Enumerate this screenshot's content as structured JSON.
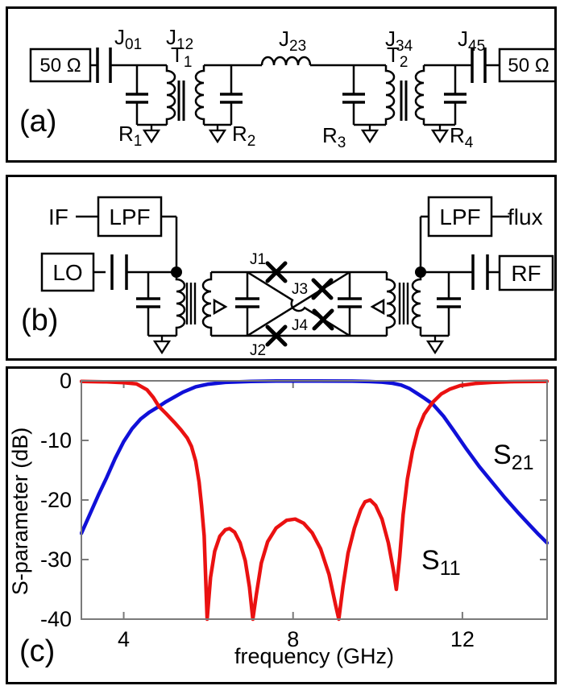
{
  "figure": {
    "panel_a_letter": "(a)",
    "panel_b_letter": "(b)",
    "panel_c_letter": "(c)"
  },
  "panel_a": {
    "port_left": "50 Ω",
    "port_right": "50 Ω",
    "j01": {
      "m": "J",
      "s": "01"
    },
    "j12": {
      "m": "J",
      "s": "12"
    },
    "j23": {
      "m": "J",
      "s": "23"
    },
    "j34": {
      "m": "J",
      "s": "34"
    },
    "j45": {
      "m": "J",
      "s": "45"
    },
    "t1": {
      "m": "T",
      "s": "1"
    },
    "t2": {
      "m": "T",
      "s": "2"
    },
    "r1": {
      "m": "R",
      "s": "1"
    },
    "r2": {
      "m": "R",
      "s": "2"
    },
    "r3": {
      "m": "R",
      "s": "3"
    },
    "r4": {
      "m": "R",
      "s": "4"
    }
  },
  "panel_b": {
    "if_label": "IF",
    "lo_label": "LO",
    "rf_label": "RF",
    "flux_label": "flux",
    "lpf_left": "LPF",
    "lpf_right": "LPF",
    "j1": "J1",
    "j2": "J2",
    "j3": "J3",
    "j4": "J4"
  },
  "chart_data": {
    "type": "line",
    "title": "",
    "xlabel": "frequency (GHz)",
    "ylabel": "S-parameter (dB)",
    "xlim": [
      3,
      14
    ],
    "ylim": [
      -40,
      0
    ],
    "xticks": [
      4,
      8,
      12
    ],
    "yticks": [
      0,
      -10,
      -20,
      -30,
      -40
    ],
    "yticks_right": [
      -10,
      -20,
      -30
    ],
    "frame_color": "#7a7a7a",
    "grid": "off",
    "series": [
      {
        "name": "S21",
        "label": {
          "m": "S",
          "s": "21"
        },
        "color": "#1010d8",
        "points": [
          [
            3.0,
            -25.6
          ],
          [
            3.2,
            -22.4
          ],
          [
            3.4,
            -19.2
          ],
          [
            3.6,
            -16.2
          ],
          [
            3.8,
            -13.0
          ],
          [
            4.0,
            -10.2
          ],
          [
            4.2,
            -8.0
          ],
          [
            4.4,
            -6.4
          ],
          [
            4.6,
            -5.3
          ],
          [
            4.83,
            -4.3
          ],
          [
            5.0,
            -3.5
          ],
          [
            5.2,
            -2.7
          ],
          [
            5.4,
            -1.9
          ],
          [
            5.7,
            -1.0
          ],
          [
            6.0,
            -0.55
          ],
          [
            6.4,
            -0.25
          ],
          [
            7.0,
            -0.1
          ],
          [
            7.6,
            -0.04
          ],
          [
            8.6,
            -0.03
          ],
          [
            9.4,
            -0.06
          ],
          [
            9.8,
            -0.12
          ],
          [
            10.1,
            -0.22
          ],
          [
            10.35,
            -0.4
          ],
          [
            10.55,
            -0.7
          ],
          [
            10.75,
            -1.3
          ],
          [
            10.95,
            -2.2
          ],
          [
            11.1,
            -2.9
          ],
          [
            11.3,
            -3.9
          ],
          [
            11.55,
            -5.9
          ],
          [
            11.8,
            -8.4
          ],
          [
            12.1,
            -11.5
          ],
          [
            12.4,
            -14.4
          ],
          [
            12.7,
            -17.0
          ],
          [
            13.0,
            -19.6
          ],
          [
            13.3,
            -22.0
          ],
          [
            13.6,
            -24.3
          ],
          [
            13.8,
            -25.8
          ],
          [
            14.0,
            -27.2
          ]
        ]
      },
      {
        "name": "S11",
        "label": {
          "m": "S",
          "s": "11"
        },
        "color": "#ea1111",
        "points": [
          [
            3.0,
            -0.1
          ],
          [
            3.6,
            -0.18
          ],
          [
            4.0,
            -0.3
          ],
          [
            4.3,
            -0.5
          ],
          [
            4.55,
            -1.5
          ],
          [
            4.7,
            -2.8
          ],
          [
            4.83,
            -4.3
          ],
          [
            5.0,
            -5.5
          ],
          [
            5.2,
            -7.0
          ],
          [
            5.35,
            -8.2
          ],
          [
            5.5,
            -9.6
          ],
          [
            5.6,
            -11.0
          ],
          [
            5.7,
            -13.5
          ],
          [
            5.78,
            -17.0
          ],
          [
            5.84,
            -21.0
          ],
          [
            5.9,
            -26.0
          ],
          [
            5.97,
            -40.0
          ],
          [
            6.05,
            -33.0
          ],
          [
            6.15,
            -28.6
          ],
          [
            6.27,
            -26.1
          ],
          [
            6.4,
            -25.0
          ],
          [
            6.5,
            -24.8
          ],
          [
            6.62,
            -25.4
          ],
          [
            6.75,
            -27.2
          ],
          [
            6.87,
            -30.2
          ],
          [
            6.97,
            -34.6
          ],
          [
            7.05,
            -40.0
          ],
          [
            7.13,
            -36.0
          ],
          [
            7.25,
            -30.6
          ],
          [
            7.4,
            -27.0
          ],
          [
            7.6,
            -24.7
          ],
          [
            7.85,
            -23.4
          ],
          [
            8.05,
            -23.2
          ],
          [
            8.25,
            -23.9
          ],
          [
            8.45,
            -25.5
          ],
          [
            8.65,
            -28.2
          ],
          [
            8.85,
            -32.5
          ],
          [
            9.0,
            -37.5
          ],
          [
            9.08,
            -40.0
          ],
          [
            9.18,
            -34.5
          ],
          [
            9.3,
            -28.9
          ],
          [
            9.45,
            -24.7
          ],
          [
            9.6,
            -21.6
          ],
          [
            9.7,
            -20.3
          ],
          [
            9.82,
            -20.0
          ],
          [
            9.95,
            -20.9
          ],
          [
            10.1,
            -23.2
          ],
          [
            10.25,
            -27.2
          ],
          [
            10.37,
            -31.8
          ],
          [
            10.44,
            -35.0
          ],
          [
            10.52,
            -29.5
          ],
          [
            10.6,
            -22.5
          ],
          [
            10.7,
            -16.5
          ],
          [
            10.82,
            -11.8
          ],
          [
            10.95,
            -8.2
          ],
          [
            11.1,
            -5.6
          ],
          [
            11.3,
            -3.6
          ],
          [
            11.5,
            -2.2
          ],
          [
            11.7,
            -1.4
          ],
          [
            11.95,
            -0.8
          ],
          [
            12.3,
            -0.45
          ],
          [
            12.7,
            -0.25
          ],
          [
            13.2,
            -0.13
          ],
          [
            14.0,
            -0.08
          ]
        ]
      }
    ]
  }
}
